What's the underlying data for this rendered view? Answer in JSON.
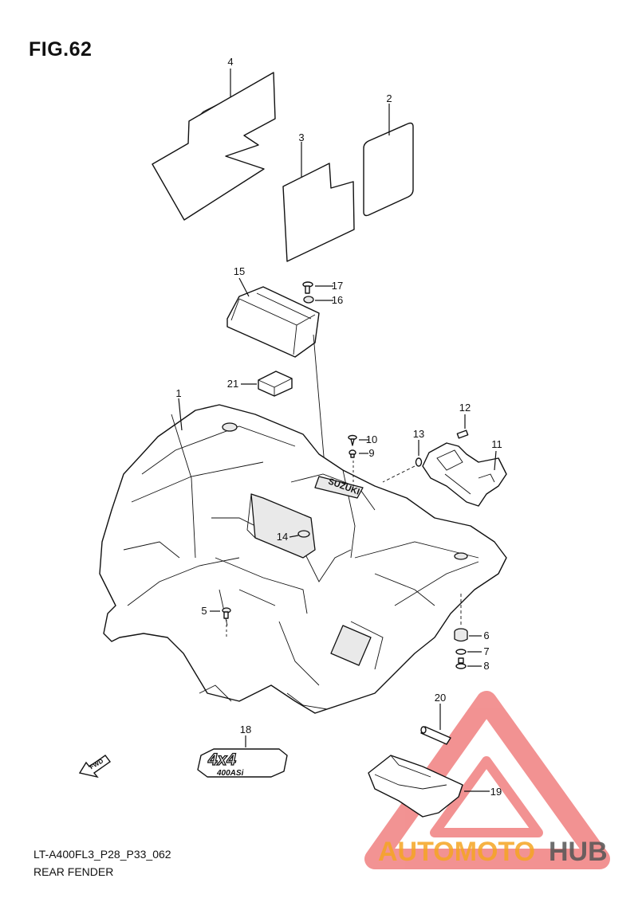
{
  "figure": {
    "title": "FIG.62",
    "code": "LT-A400FL3_P28_P33_062",
    "name": "REAR FENDER"
  },
  "callouts": [
    "1",
    "2",
    "3",
    "4",
    "5",
    "6",
    "7",
    "8",
    "9",
    "10",
    "11",
    "12",
    "13",
    "14",
    "15",
    "16",
    "17",
    "18",
    "19",
    "20",
    "21"
  ],
  "decal": {
    "line1": "4x4",
    "line2": "400ASi"
  },
  "emblem": {
    "text": "SUZUKI"
  },
  "fwd_marker": {
    "text": "FWD"
  },
  "watermark": {
    "part1": "AUTOMOTO",
    "part2": "HUB"
  },
  "colors": {
    "watermark_red": "#e83a3a",
    "watermark_orange": "#f5a523",
    "watermark_gray": "#555555",
    "line": "#111111"
  }
}
